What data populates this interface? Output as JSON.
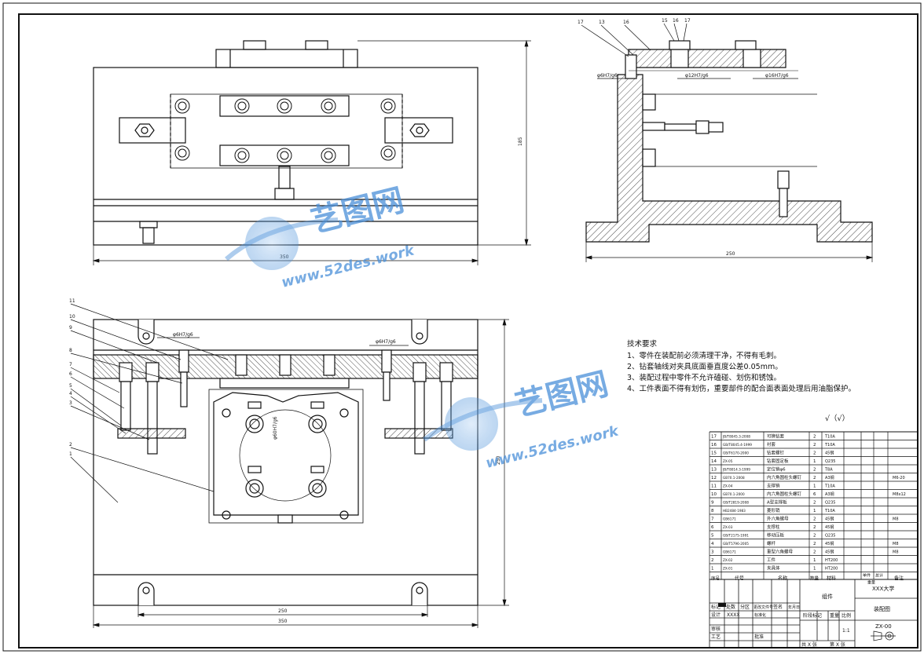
{
  "dimensions": {
    "front_width": "350",
    "front_height": "185",
    "side_width": "250",
    "plan_width_inner": "250",
    "plan_width_outer": "350",
    "plan_height": "250"
  },
  "fits": {
    "side_left": "φ6H7/g6",
    "side_mid": "φ12H7/g6",
    "side_right": "φ16H7/g6",
    "plan_left": "φ6H7/g6",
    "plan_right": "φ6H7/g6",
    "plan_center": "φ60H7/g6"
  },
  "side_balloons": [
    "17",
    "13",
    "16",
    "15",
    "16",
    "17"
  ],
  "plan_balloons": [
    "11",
    "10",
    "9",
    "8",
    "7",
    "6",
    "5",
    "4",
    "3",
    "2",
    "1"
  ],
  "tech_requirements": {
    "title": "技术要求",
    "items": [
      "1、零件在装配前必须清理干净，不得有毛刺。",
      "2、钻套轴线对夹具底面垂直度公差0.05mm。",
      "3、装配过程中零件不允许磕碰、划伤和锈蚀。",
      "4、工件表面不得有划伤，重要部件的配合面表面处理后用油脂保护。"
    ]
  },
  "roughness": "√（√）",
  "bom": {
    "rows": [
      {
        "no": "17",
        "code": "JB/T8045.3-2008",
        "name": "可换钻套",
        "qty": "2",
        "material": "T10A",
        "note": ""
      },
      {
        "no": "16",
        "code": "GB/T8045.4-1999",
        "name": "衬套",
        "qty": "2",
        "material": "T10A",
        "note": ""
      },
      {
        "no": "15",
        "code": "GB/T6170-2000",
        "name": "钻套螺钉",
        "qty": "2",
        "material": "45钢",
        "note": ""
      },
      {
        "no": "14",
        "code": "ZX-05",
        "name": "钻套固定板",
        "qty": "1",
        "material": "Q235",
        "note": ""
      },
      {
        "no": "13",
        "code": "JB/T8014.3-1999",
        "name": "定位销φ6",
        "qty": "2",
        "material": "T8A",
        "note": ""
      },
      {
        "no": "12",
        "code": "GB70.1-2008",
        "name": "内六角圆柱头螺钉",
        "qty": "2",
        "material": "A3钢",
        "note": "M6-20"
      },
      {
        "no": "11",
        "code": "ZX-04",
        "name": "支撑销",
        "qty": "1",
        "material": "T10A",
        "note": ""
      },
      {
        "no": "10",
        "code": "GB70.1-2000",
        "name": "内六角圆柱头螺钉",
        "qty": "6",
        "material": "A3钢",
        "note": "M8x12"
      },
      {
        "no": "9",
        "code": "GB/T2819-2008",
        "name": "A型支撑板",
        "qty": "2",
        "material": "Q235",
        "note": ""
      },
      {
        "no": "8",
        "code": "HB2484-1983",
        "name": "菱形销",
        "qty": "1",
        "material": "T10A",
        "note": ""
      },
      {
        "no": "7",
        "code": "GB6171",
        "name": "外六角螺母",
        "qty": "2",
        "material": "45钢",
        "note": "M8"
      },
      {
        "no": "6",
        "code": "ZX-03",
        "name": "支撑柱",
        "qty": "2",
        "material": "45钢",
        "note": ""
      },
      {
        "no": "5",
        "code": "GB/T2175-1991",
        "name": "移动压板",
        "qty": "2",
        "material": "Q235",
        "note": ""
      },
      {
        "no": "4",
        "code": "GB/T5796-2005",
        "name": "螺杆",
        "qty": "2",
        "material": "45钢",
        "note": "M8"
      },
      {
        "no": "3",
        "code": "GB6171",
        "name": "重型六角螺母",
        "qty": "2",
        "material": "45钢",
        "note": "M8"
      },
      {
        "no": "2",
        "code": "ZX-02",
        "name": "工件",
        "qty": "1",
        "material": "HT200",
        "note": ""
      },
      {
        "no": "1",
        "code": "ZX-01",
        "name": "夹具体",
        "qty": "1",
        "material": "HT200",
        "note": ""
      }
    ],
    "header": {
      "no": "序号",
      "code": "代号",
      "name": "名称",
      "qty": "数量",
      "material": "材料",
      "unit_weight": "单件",
      "total_weight": "总计",
      "weight": "重量",
      "note": "备注"
    }
  },
  "title_block": {
    "assembly": "组件",
    "school": "XXX大学",
    "drawing_type": "装配图",
    "drawing_no": "ZX-00",
    "scale_label": "比例",
    "scale": "1:1",
    "stage_label": "阶段标记",
    "weight_label": "重量",
    "design_label": "设计",
    "design_name": "XXXX",
    "std_label": "标准化",
    "review_label": "审核",
    "process_label": "工艺",
    "approve_label": "批准",
    "sheet": "共 X 张",
    "sheet2": "第 X 张",
    "change_labels": [
      "标记",
      "处数",
      "分区",
      "更改文件号",
      "签名",
      "年月日"
    ]
  },
  "watermark": {
    "brand": "艺图网",
    "url": "www.52des.work"
  },
  "colors": {
    "line": "#111111",
    "watermark": "#4a90d9",
    "hatch": "#222222"
  }
}
